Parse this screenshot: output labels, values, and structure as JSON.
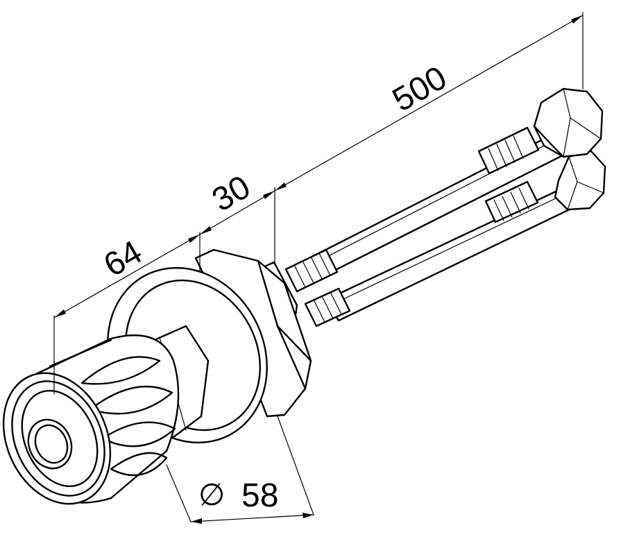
{
  "dimensions": {
    "knob_length": "64",
    "body_length": "30",
    "hose_length": "500",
    "diameter_symbol": "∅",
    "flange_diameter": "58"
  },
  "colors": {
    "line": "#000000",
    "background": "#ffffff"
  }
}
